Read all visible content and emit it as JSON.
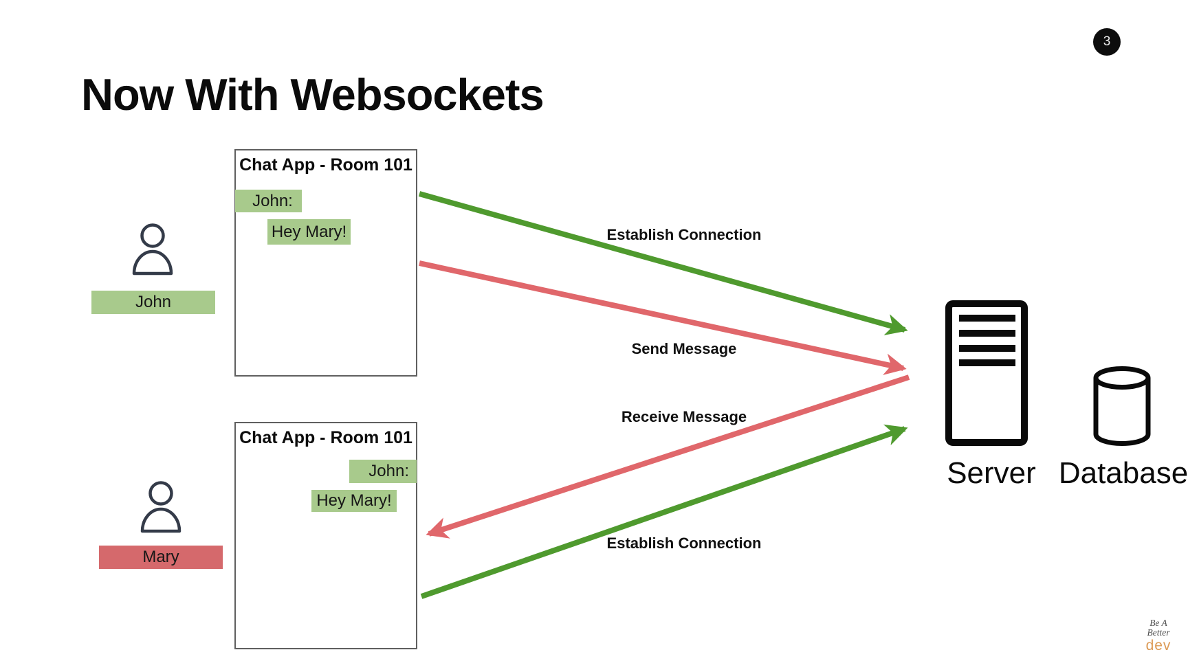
{
  "slide": {
    "title": "Now With Websockets",
    "page_badge": "3"
  },
  "chat_window_top": {
    "title": "Chat App - Room 101",
    "sender": "John:",
    "message": "Hey Mary!"
  },
  "chat_window_bottom": {
    "title": "Chat App - Room 101",
    "sender": "John:",
    "message": "Hey Mary!"
  },
  "users": {
    "john": "John",
    "mary": "Mary"
  },
  "arrow_labels": {
    "establish_top": "Establish Connection",
    "send": "Send Message",
    "receive": "Receive Message",
    "establish_bottom": "Establish Connection"
  },
  "infrastructure": {
    "server": "Server",
    "database": "Database"
  },
  "logo": {
    "line1": "Be A",
    "line2": "Better",
    "line3": "dev"
  },
  "icons": {
    "user": "person-icon",
    "server": "server-icon",
    "database": "database-icon"
  },
  "colors": {
    "green_fill": "#a8ca8c",
    "red_fill": "#d5696c",
    "green_arrow": "#4f9a2e",
    "red_arrow": "#e0676b",
    "icon_stroke": "#343b49",
    "badge_bg": "#0d0d0d",
    "logo_orange": "#dc9a55"
  }
}
